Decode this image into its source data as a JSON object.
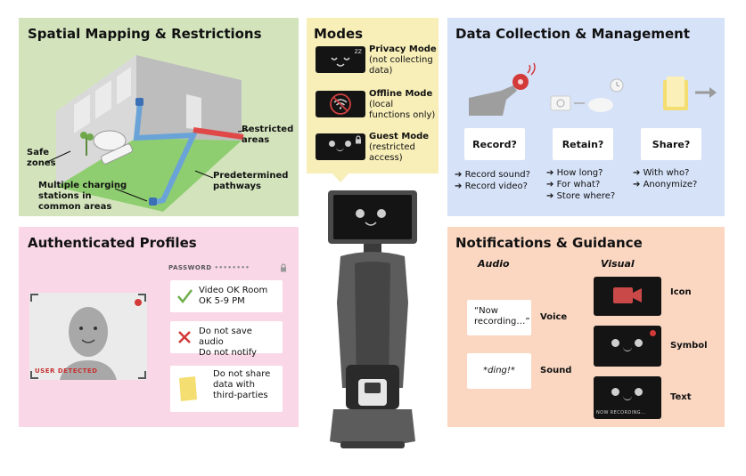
{
  "spatial": {
    "title": "Spatial Mapping & Restrictions",
    "restricted": "Restricted areas",
    "safe": "Safe zones",
    "pathways": "Predetermined pathways",
    "stations": "Multiple charging stations in common areas"
  },
  "modes": {
    "title": "Modes",
    "privacy_name": "Privacy Mode",
    "privacy_desc": "(not collecting data)",
    "offline_name": "Offline Mode",
    "offline_desc": "(local functions only)",
    "guest_name": "Guest Mode",
    "guest_desc": "(restricted access)",
    "privacy_zz": "zz"
  },
  "data": {
    "title": "Data Collection & Management",
    "record_label": "Record?",
    "retain_label": "Retain?",
    "share_label": "Share?",
    "record_items": [
      "Record sound?",
      "Record video?"
    ],
    "retain_items": [
      "How long?",
      "For what?",
      "Store where?"
    ],
    "share_items": [
      "With who?",
      "Anonymize?"
    ],
    "arrow": "➔"
  },
  "profiles": {
    "title": "Authenticated Profiles",
    "password_label": "PASSWORD",
    "password_dots": "••••••••",
    "user_detected": "USER DETECTED",
    "card1": "Video OK Room OK 5-9 PM",
    "card2_line1": "Do not save audio",
    "card2_line2": "Do not notify",
    "card3": "Do not share data with third-parties"
  },
  "notif": {
    "title": "Notifications & Guidance",
    "audio_head": "Audio",
    "visual_head": "Visual",
    "voice_text": "“Now recording…”",
    "voice_label": "Voice",
    "sound_text": "*ding!*",
    "sound_label": "Sound",
    "icon_label": "Icon",
    "symbol_label": "Symbol",
    "text_label": "Text",
    "screen_text": "NOW RECORDING..."
  },
  "colors": {
    "green_panel": "#d3e4bd",
    "yellow_panel": "#f7eeb8",
    "blue_panel": "#d6e2f8",
    "pink_panel": "#f9d7e6",
    "orange_panel": "#fbd7c2"
  }
}
